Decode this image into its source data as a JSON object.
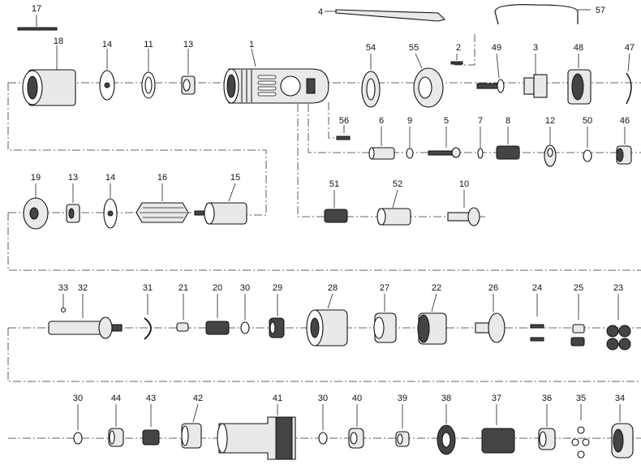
{
  "parts": [
    {
      "id": "p17",
      "label": "17"
    },
    {
      "id": "p18",
      "label": "18"
    },
    {
      "id": "p14a",
      "label": "14"
    },
    {
      "id": "p11",
      "label": "11"
    },
    {
      "id": "p13a",
      "label": "13"
    },
    {
      "id": "p1",
      "label": "1"
    },
    {
      "id": "p4",
      "label": "4"
    },
    {
      "id": "p57",
      "label": "57"
    },
    {
      "id": "p54",
      "label": "54"
    },
    {
      "id": "p55",
      "label": "55"
    },
    {
      "id": "p2",
      "label": "2"
    },
    {
      "id": "p49",
      "label": "49"
    },
    {
      "id": "p3",
      "label": "3"
    },
    {
      "id": "p48",
      "label": "48"
    },
    {
      "id": "p47",
      "label": "47"
    },
    {
      "id": "p56",
      "label": "56"
    },
    {
      "id": "p6",
      "label": "6"
    },
    {
      "id": "p9",
      "label": "9"
    },
    {
      "id": "p5",
      "label": "5"
    },
    {
      "id": "p7",
      "label": "7"
    },
    {
      "id": "p8",
      "label": "8"
    },
    {
      "id": "p12",
      "label": "12"
    },
    {
      "id": "p50",
      "label": "50"
    },
    {
      "id": "p46",
      "label": "46"
    },
    {
      "id": "p19",
      "label": "19"
    },
    {
      "id": "p13b",
      "label": "13"
    },
    {
      "id": "p14b",
      "label": "14"
    },
    {
      "id": "p16",
      "label": "16"
    },
    {
      "id": "p15",
      "label": "15"
    },
    {
      "id": "p51",
      "label": "51"
    },
    {
      "id": "p52",
      "label": "52"
    },
    {
      "id": "p10",
      "label": "10"
    },
    {
      "id": "p33",
      "label": "33"
    },
    {
      "id": "p32",
      "label": "32"
    },
    {
      "id": "p31",
      "label": "31"
    },
    {
      "id": "p21",
      "label": "21"
    },
    {
      "id": "p20",
      "label": "20"
    },
    {
      "id": "p30a",
      "label": "30"
    },
    {
      "id": "p29",
      "label": "29"
    },
    {
      "id": "p28",
      "label": "28"
    },
    {
      "id": "p27",
      "label": "27"
    },
    {
      "id": "p22",
      "label": "22"
    },
    {
      "id": "p26",
      "label": "26"
    },
    {
      "id": "p24",
      "label": "24"
    },
    {
      "id": "p25",
      "label": "25"
    },
    {
      "id": "p23",
      "label": "23"
    },
    {
      "id": "p30b",
      "label": "30"
    },
    {
      "id": "p44",
      "label": "44"
    },
    {
      "id": "p43",
      "label": "43"
    },
    {
      "id": "p42",
      "label": "42"
    },
    {
      "id": "p41",
      "label": "41"
    },
    {
      "id": "p30c",
      "label": "30"
    },
    {
      "id": "p40",
      "label": "40"
    },
    {
      "id": "p39",
      "label": "39"
    },
    {
      "id": "p38",
      "label": "38"
    },
    {
      "id": "p37",
      "label": "37"
    },
    {
      "id": "p36",
      "label": "36"
    },
    {
      "id": "p35",
      "label": "35"
    },
    {
      "id": "p34",
      "label": "34"
    }
  ]
}
